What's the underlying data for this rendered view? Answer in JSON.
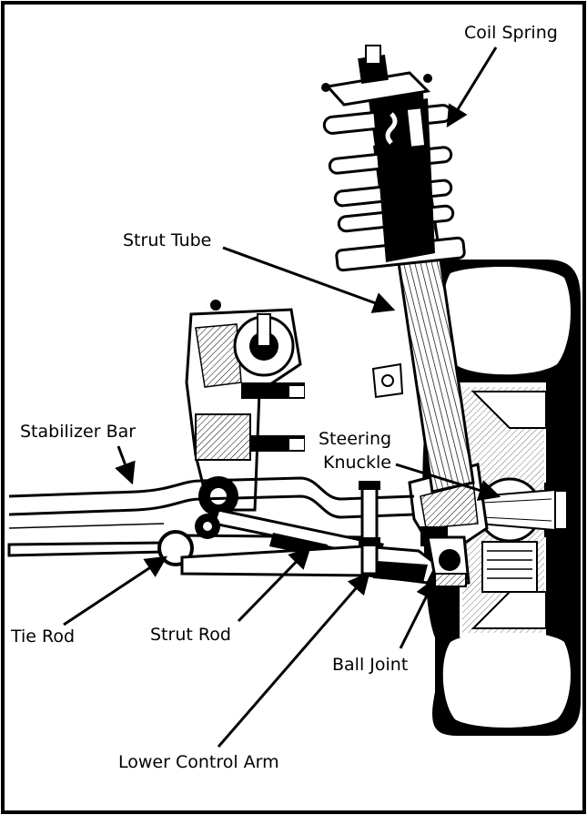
{
  "labels": {
    "coil_spring": "Coil Spring",
    "strut_tube": "Strut Tube",
    "stabilizer_bar": "Stabilizer Bar",
    "steering_knuckle_line1": "Steering",
    "steering_knuckle_line2": "Knuckle",
    "tie_rod": "Tie Rod",
    "strut_rod": "Strut Rod",
    "ball_joint": "Ball Joint",
    "lower_control_arm": "Lower Control Arm"
  },
  "colors": {
    "ink": "#000000",
    "paper": "#ffffff",
    "shade": "#888888"
  }
}
